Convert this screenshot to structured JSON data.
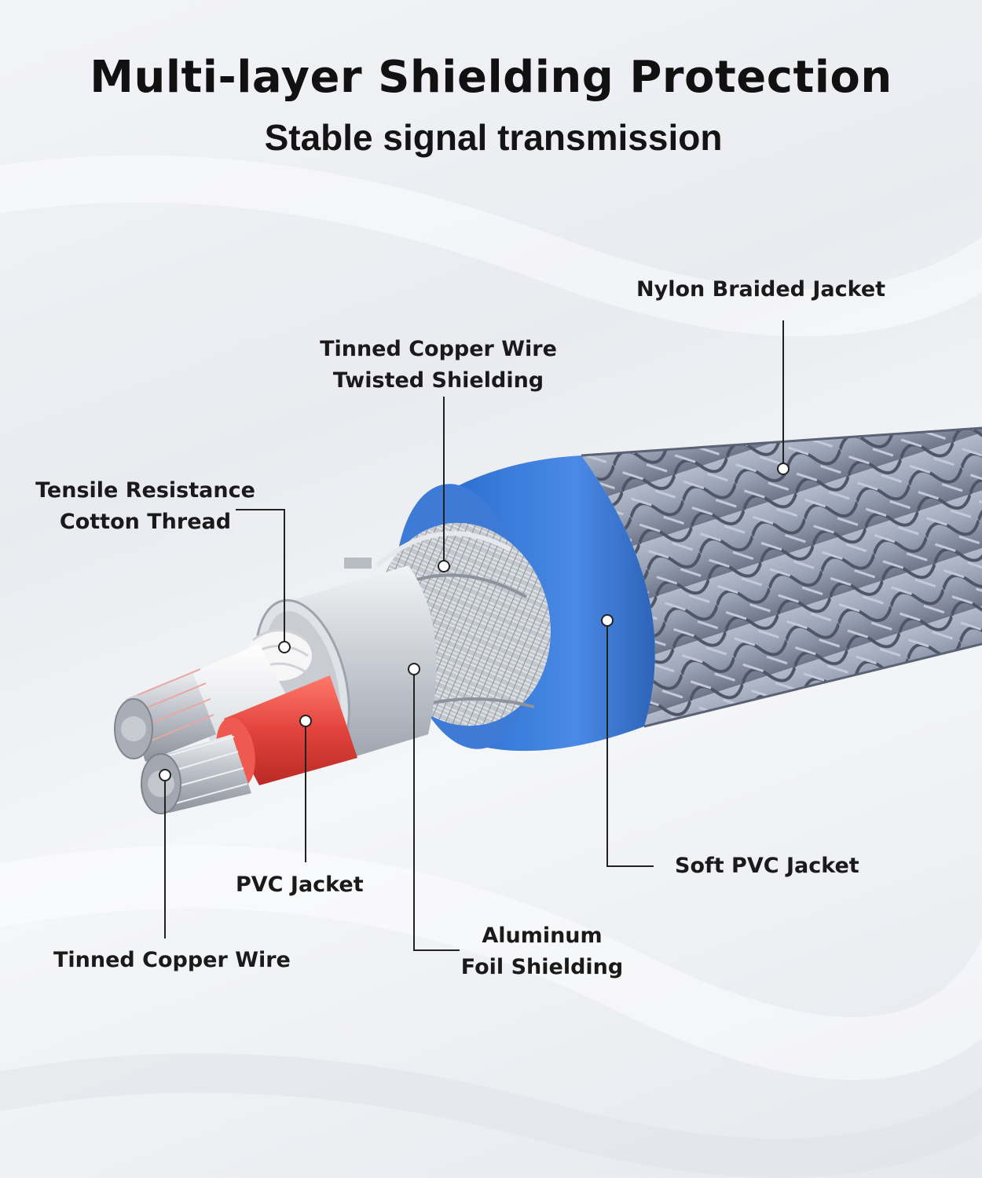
{
  "header": {
    "title": "Multi-layer Shielding Protection",
    "subtitle": "Stable signal transmission"
  },
  "labels": {
    "nylon_braided_jacket": "Nylon Braided Jacket",
    "tinned_copper_wire_twisted_shielding": [
      "Tinned Copper Wire",
      "Twisted Shielding"
    ],
    "tensile_resistance_cotton_thread": [
      "Tensile Resistance",
      "Cotton Thread"
    ],
    "soft_pvc_jacket": "Soft PVC Jacket",
    "pvc_jacket": "PVC Jacket",
    "aluminum_foil_shielding": [
      "Aluminum",
      "Foil Shielding"
    ],
    "tinned_copper_wire": "Tinned Copper Wire"
  },
  "colors": {
    "braid": "#8f98ae",
    "braid_dark": "#4e5566",
    "blue_jacket": "#3f7fdc",
    "red_jacket": "#e2433c",
    "white_jacket": "#f4f4f4",
    "foil": "#d5d8dd",
    "copper_strands": "#c9ccd2",
    "leader_line": "#222222"
  }
}
